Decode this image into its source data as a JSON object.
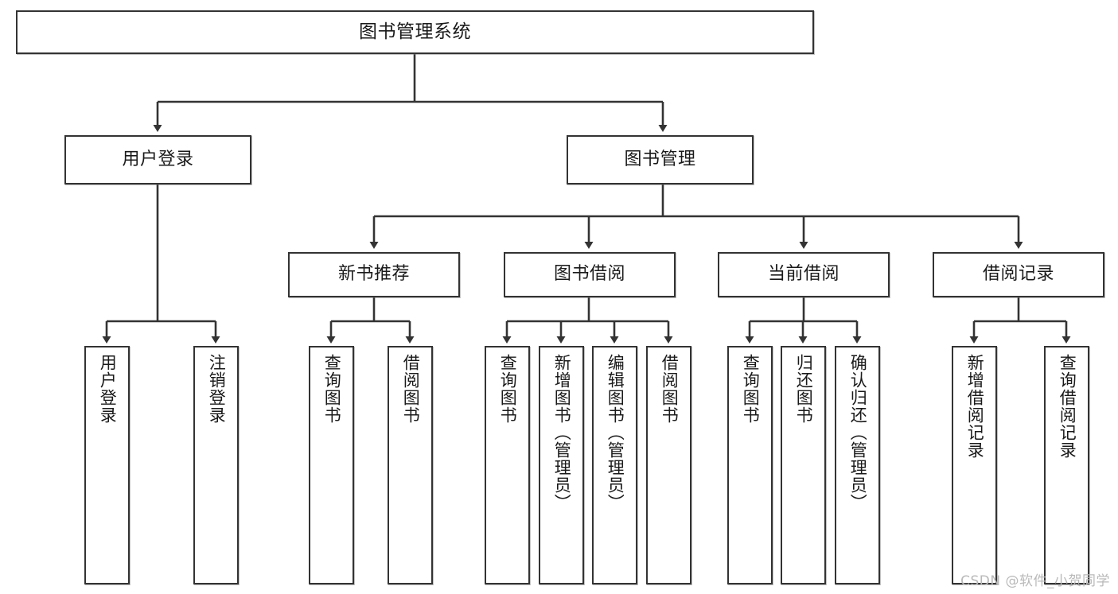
{
  "diagram": {
    "title": "图书管理系统",
    "type": "tree",
    "watermark": "CSDN @软件_小贺同学",
    "colors": {
      "stroke": "#333333",
      "fill": "#ffffff",
      "text": "#1a1a1a",
      "watermark": "#b9b9b9"
    },
    "nodes": {
      "root": {
        "label": "图书管理系统",
        "level": 1
      },
      "user_login": {
        "label": "用户登录",
        "level": 2
      },
      "book_manage": {
        "label": "图书管理",
        "level": 2
      },
      "new_book_rec": {
        "label": "新书推荐",
        "level": 3
      },
      "book_borrow": {
        "label": "图书借阅",
        "level": 3
      },
      "current_borrow": {
        "label": "当前借阅",
        "level": 3
      },
      "borrow_record": {
        "label": "借阅记录",
        "level": 3
      },
      "leaf_user_login": {
        "label": "用户登录",
        "level": 4
      },
      "leaf_logout_login": {
        "label": "注销登录",
        "level": 4
      },
      "leaf_query_book_1": {
        "label": "查询图书",
        "level": 4
      },
      "leaf_borrow_book_1": {
        "label": "借阅图书",
        "level": 4
      },
      "leaf_query_book_2": {
        "label": "查询图书",
        "level": 4
      },
      "leaf_add_book": {
        "label": "新增图书（管理员）",
        "level": 4
      },
      "leaf_edit_book": {
        "label": "编辑图书（管理员）",
        "level": 4
      },
      "leaf_borrow_book_2": {
        "label": "借阅图书",
        "level": 4
      },
      "leaf_query_book_3": {
        "label": "查询图书",
        "level": 4
      },
      "leaf_return_book": {
        "label": "归还图书",
        "level": 4
      },
      "leaf_confirm_return": {
        "label": "确认归还（管理员）",
        "level": 4
      },
      "leaf_add_record": {
        "label": "新增借阅记录",
        "level": 4
      },
      "leaf_query_record": {
        "label": "查询借阅记录",
        "level": 4
      }
    },
    "edges": [
      {
        "from": "root",
        "to": "user_login"
      },
      {
        "from": "root",
        "to": "book_manage"
      },
      {
        "from": "user_login",
        "to": "leaf_user_login"
      },
      {
        "from": "user_login",
        "to": "leaf_logout_login"
      },
      {
        "from": "book_manage",
        "to": "new_book_rec"
      },
      {
        "from": "book_manage",
        "to": "book_borrow"
      },
      {
        "from": "book_manage",
        "to": "current_borrow"
      },
      {
        "from": "book_manage",
        "to": "borrow_record"
      },
      {
        "from": "new_book_rec",
        "to": "leaf_query_book_1"
      },
      {
        "from": "new_book_rec",
        "to": "leaf_borrow_book_1"
      },
      {
        "from": "book_borrow",
        "to": "leaf_query_book_2"
      },
      {
        "from": "book_borrow",
        "to": "leaf_add_book"
      },
      {
        "from": "book_borrow",
        "to": "leaf_edit_book"
      },
      {
        "from": "book_borrow",
        "to": "leaf_borrow_book_2"
      },
      {
        "from": "current_borrow",
        "to": "leaf_query_book_3"
      },
      {
        "from": "current_borrow",
        "to": "leaf_return_book"
      },
      {
        "from": "current_borrow",
        "to": "leaf_confirm_return"
      },
      {
        "from": "borrow_record",
        "to": "leaf_add_record"
      },
      {
        "from": "borrow_record",
        "to": "leaf_query_record"
      }
    ]
  }
}
